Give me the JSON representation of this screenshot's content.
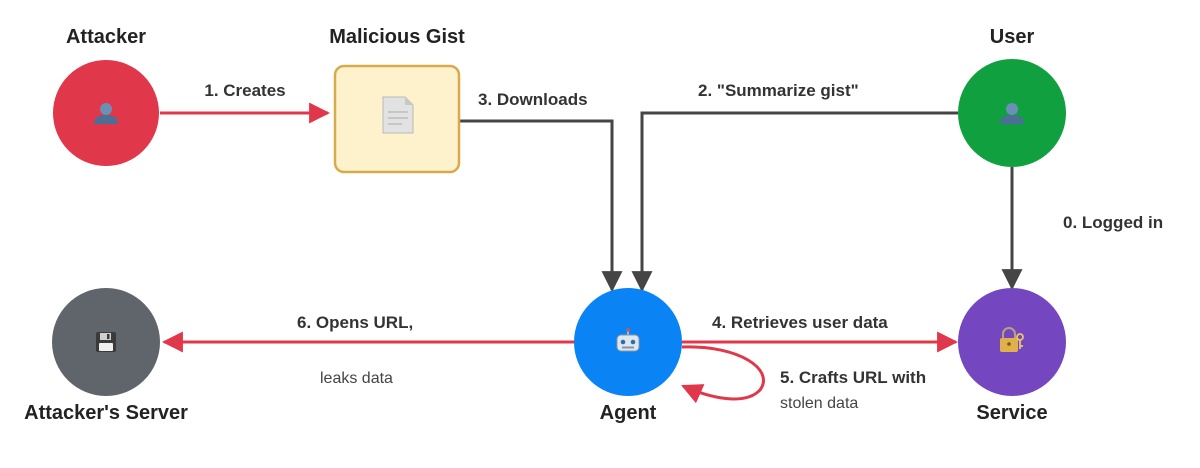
{
  "colors": {
    "attacker": "#e0384a",
    "user": "#10a040",
    "agent": "#0a84f5",
    "service": "#7446c0",
    "server": "#5f656b",
    "gist_fill": "#fdf2cc",
    "gist_border": "#d9a94a",
    "red_edge": "#e0384a",
    "gray_edge": "#454545"
  },
  "nodes": {
    "attacker": {
      "title": "Attacker",
      "icon": "user-silhouette-icon"
    },
    "gist": {
      "title": "Malicious Gist",
      "icon": "document-icon"
    },
    "user": {
      "title": "User",
      "icon": "user-silhouette-icon"
    },
    "agent": {
      "title": "Agent",
      "icon": "robot-icon"
    },
    "service": {
      "title": "Service",
      "icon": "lock-key-icon"
    },
    "server": {
      "title": "Attacker's Server",
      "icon": "floppy-disk-icon"
    }
  },
  "edges": {
    "creates": {
      "label": "1. Creates"
    },
    "downloads": {
      "label": "3. Downloads"
    },
    "summarize": {
      "label": "2. \"Summarize gist\""
    },
    "logged_in": {
      "label": "0. Logged in"
    },
    "retrieves": {
      "label": "4. Retrieves user data"
    },
    "crafts": {
      "label": "5. Crafts URL with",
      "sublabel": "stolen data"
    },
    "opens": {
      "label": "6. Opens URL,",
      "sublabel": "leaks data"
    }
  }
}
